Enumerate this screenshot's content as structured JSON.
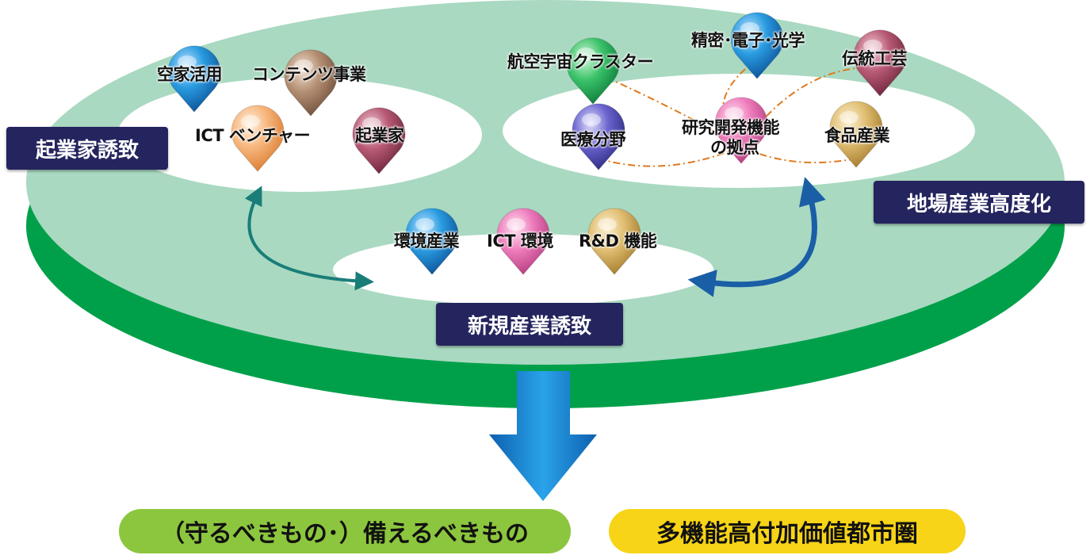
{
  "colors": {
    "platform_top": "#a9d9c1",
    "platform_side": "#00a04a",
    "inner_white": "#ffffff",
    "label_box": "#24245e",
    "arrow_teal": "#1a7d78",
    "arrow_blue": "#1a5ea6",
    "dashed_link": "#e07a1e",
    "big_arrow": "#1a82d0",
    "pill_green": "#8cc63e",
    "pill_yellow": "#f7d417"
  },
  "regions": {
    "entrepreneur": "起業家誘致",
    "local_industry": "地場産業高度化",
    "new_industry": "新規産業誘致"
  },
  "pins": {
    "akiya": "空家活用",
    "contents": "コンテンツ事業",
    "ict_venture": "ICT ベンチャー",
    "entrepreneur": "起業家",
    "aerospace": "航空宇宙クラスター",
    "precision": "精密･電子･光学",
    "traditional": "伝統工芸",
    "medical": "医療分野",
    "rd_hub_line1": "研究開発機能",
    "rd_hub_line2": "の拠点",
    "food": "食品産業",
    "env_industry": "環境産業",
    "ict_env": "ICT 環境",
    "rd_function": "R&D 機能"
  },
  "outcomes": {
    "left": "（守るべきもの･）備えるべきもの",
    "right": "多機能高付加価値都市圏"
  }
}
